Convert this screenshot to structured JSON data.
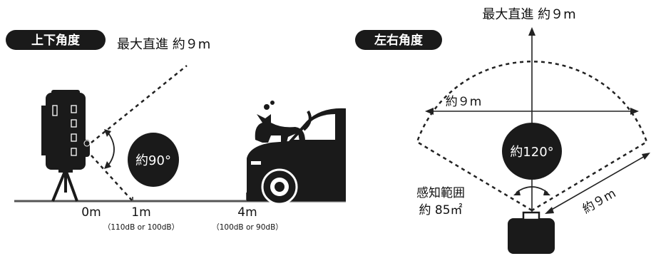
{
  "left_panel": {
    "badge": "上下角度",
    "max_distance_label": "最大直進 約９m",
    "angle_label": "約90°",
    "markers": [
      {
        "label": "0m",
        "sub": ""
      },
      {
        "label": "1m",
        "sub": "（110dB or 100dB）"
      },
      {
        "label": "4m",
        "sub": "（100dB or 90dB）"
      }
    ]
  },
  "right_panel": {
    "badge": "左右角度",
    "max_distance_label": "最大直進 約９m",
    "width_label": "約９m",
    "angle_label": "約120°",
    "range_title": "感知範囲",
    "range_value": "約 85㎡",
    "side_label": "約９m"
  }
}
